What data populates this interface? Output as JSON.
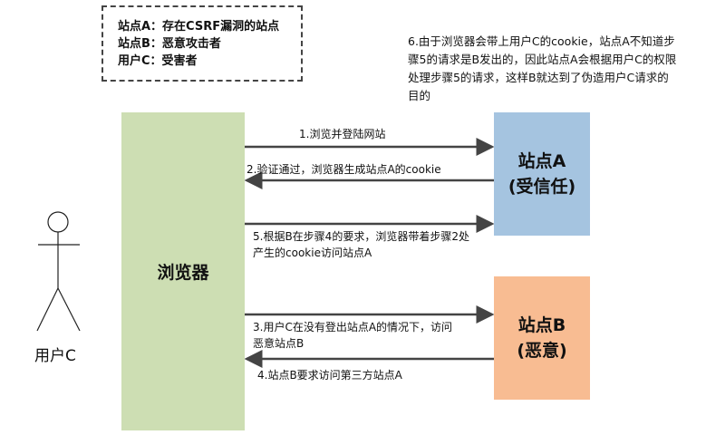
{
  "legend": {
    "lines": [
      "站点A：存在CSRF漏洞的站点",
      "站点B：恶意攻击者",
      "用户C：受害者"
    ]
  },
  "note": "6.由于浏览器会带上用户C的cookie，站点A不知道步骤5的请求是B发出的，因此站点A会根据用户C的权限处理步骤5的请求，这样B就达到了伪造用户C请求的目的",
  "actors": {
    "user": "用户C",
    "browser": "浏览器",
    "site_a": {
      "name": "站点A",
      "role": "(受信任)"
    },
    "site_b": {
      "name": "站点B",
      "role": "(恶意)"
    }
  },
  "steps": {
    "s1": "1.浏览并登陆网站",
    "s2": "2.验证通过，浏览器生成站点A的cookie",
    "s3": "3.用户C在没有登出站点A的情况下，访问恶意站点B",
    "s4": "4.站点B要求访问第三方站点A",
    "s5": "5.根据B在步骤4的要求，浏览器带着步骤2处产生的cookie访问站点A"
  },
  "colors": {
    "browser": "#cddeb3",
    "site_a": "#a5c4e0",
    "site_b": "#f8bc92",
    "arrow": "#444444"
  }
}
